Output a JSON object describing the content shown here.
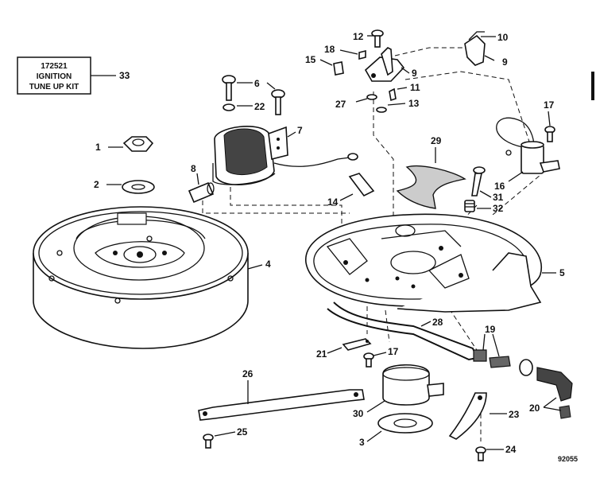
{
  "kit_box": {
    "line1": "172521",
    "line2": "IGNITION",
    "line3": "TUNE UP KIT",
    "callout": "33"
  },
  "callouts": {
    "c1": "1",
    "c2": "2",
    "c3": "3",
    "c4": "4",
    "c5": "5",
    "c6": "6",
    "c7": "7",
    "c8": "8",
    "c9a": "9",
    "c9b": "9",
    "c10": "10",
    "c11": "11",
    "c12": "12",
    "c13": "13",
    "c14": "14",
    "c15": "15",
    "c16": "16",
    "c17a": "17",
    "c17b": "17",
    "c18": "18",
    "c19": "19",
    "c20": "20",
    "c21": "21",
    "c22": "22",
    "c23": "23",
    "c24": "24",
    "c25": "25",
    "c26": "26",
    "c27": "27",
    "c28": "28",
    "c29": "29",
    "c30": "30",
    "c31": "31",
    "c32": "32"
  },
  "figure_number": "92055"
}
